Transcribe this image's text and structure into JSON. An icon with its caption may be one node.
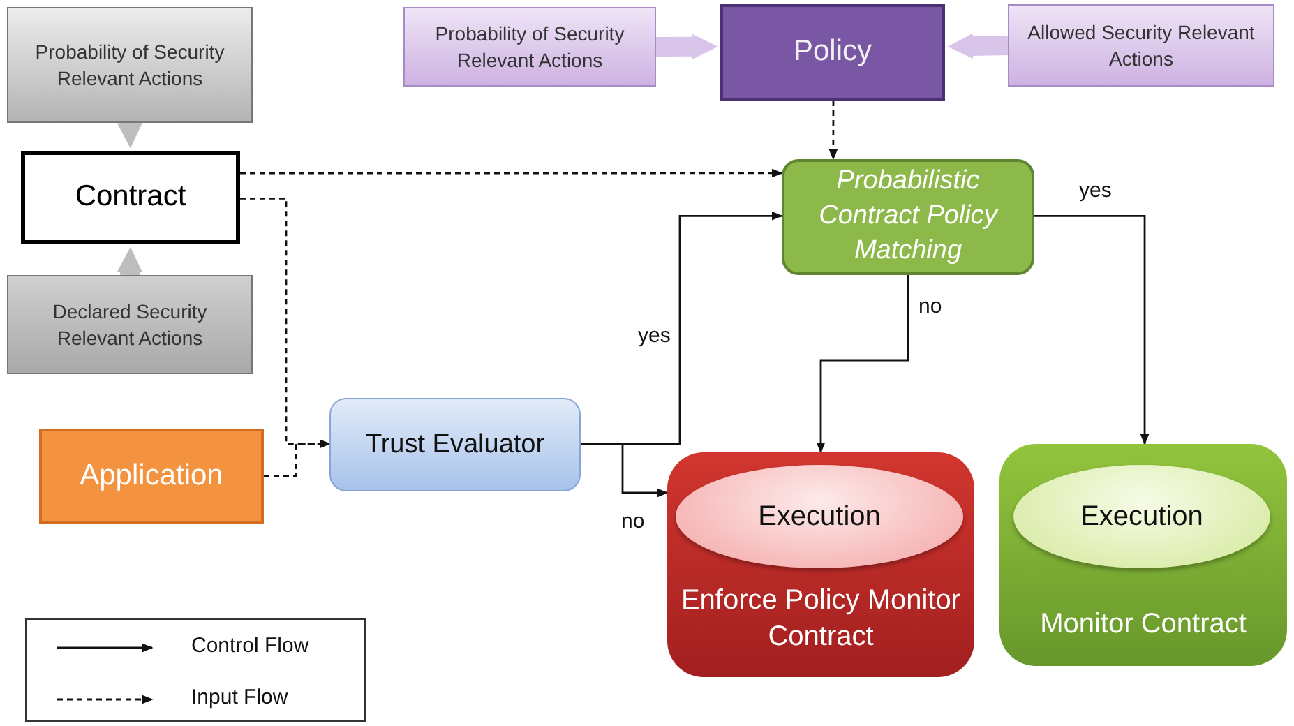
{
  "diagram": {
    "nodes": [
      {
        "text": [
          "Probability of Security Relevant Actions"
        ]
      },
      {
        "text": [
          "Contract"
        ]
      },
      {
        "text": [
          "Declared Security Relevant Actions"
        ]
      },
      {
        "text": [
          "Probability of Security Relevant Actions"
        ]
      },
      {
        "text": [
          "Policy"
        ]
      },
      {
        "text": [
          "Allowed Security Relevant Actions"
        ]
      },
      {
        "text": [
          "Probabilistic Contract Policy Matching"
        ]
      },
      {
        "text": [
          "Application"
        ]
      },
      {
        "text": [
          "Trust Evaluator"
        ]
      },
      {
        "text": [
          "Enforce Policy Monitor Contract"
        ]
      },
      {
        "text": [
          "Execution"
        ],
        "in": 9
      },
      {
        "text": [
          "Monitor Contract"
        ]
      },
      {
        "text": [
          "Execution"
        ],
        "in": 11
      }
    ],
    "edges": [
      {
        "from": 0,
        "to": 1,
        "arrow": "to",
        "style": "thick",
        "color": "#bdbdbd"
      },
      {
        "from": 2,
        "to": 1,
        "arrow": "to",
        "style": "thick",
        "color": "#bdbdbd"
      },
      {
        "from": 3,
        "to": 4,
        "arrow": "to",
        "style": "thick",
        "color": "#d9c4ea"
      },
      {
        "from": 5,
        "to": 4,
        "arrow": "to",
        "style": "thick",
        "color": "#d9c4ea"
      },
      {
        "from": 4,
        "to": 6,
        "arrow": "to",
        "style": "dashed"
      },
      {
        "from": 1,
        "to": 6,
        "arrow": "to",
        "style": "dashed"
      },
      {
        "from": 1,
        "to": 8,
        "arrow": "to",
        "style": "dashed"
      },
      {
        "from": 7,
        "to": 8,
        "arrow": "to",
        "style": "dashed"
      },
      {
        "from": 8,
        "to": 6,
        "arrow": "to",
        "label": "yes"
      },
      {
        "from": 8,
        "to": 9,
        "arrow": "to",
        "label": "no"
      },
      {
        "from": 6,
        "to": 9,
        "arrow": "to",
        "label": "no"
      },
      {
        "from": 6,
        "to": 11,
        "arrow": "to",
        "label": "yes"
      }
    ],
    "legend": [
      {
        "text": "Control Flow"
      },
      {
        "text": "Input Flow"
      }
    ]
  }
}
